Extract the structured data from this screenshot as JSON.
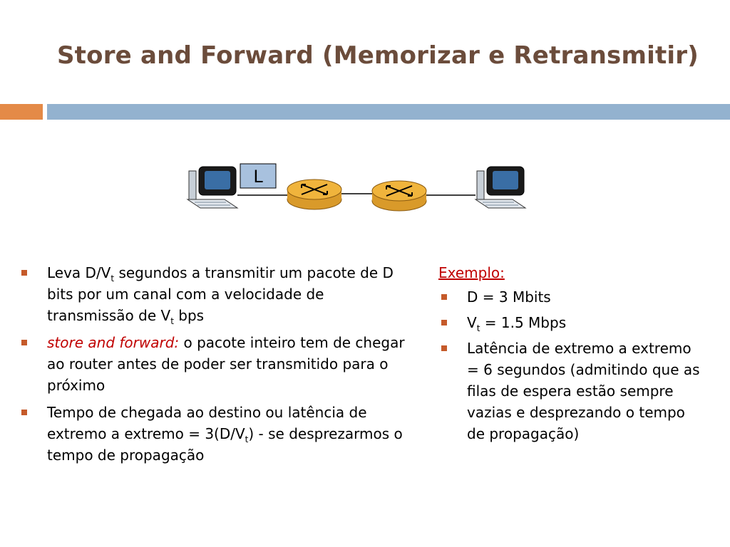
{
  "slide": {
    "title": "Store and Forward (Memorizar e Retransmitir)"
  },
  "diagram": {
    "packet_label": "L"
  },
  "colors": {
    "title": "#6b4c3b",
    "accent_orange": "#e48a47",
    "accent_blue": "#93b2cf",
    "bullet": "#c55a2a",
    "highlight_red": "#c00000",
    "router_fill": "#f0b43c"
  },
  "left_bullets": {
    "b1_pre": "Leva D/V",
    "b1_sub": "t",
    "b1_post": " segundos a transmitir um pacote de D bits por um canal com a velocidade de transmissão de V",
    "b1_sub2": "t",
    "b1_end": " bps",
    "b2_red": "store and forward:",
    "b2_rest": " o pacote inteiro tem de chegar ao router antes de poder ser transmitido para o próximo",
    "b3_pre": "Tempo de chegada ao destino ou latência de extremo a extremo = 3(D/V",
    "b3_sub": "t",
    "b3_post": ")  - se desprezarmos o tempo de propagação"
  },
  "example": {
    "heading": "Exemplo:",
    "d": "D = 3 Mbits",
    "v_pre": "V",
    "v_sub": "t",
    "v_post": " = 1.5 Mbps",
    "latency": "Latência de extremo a extremo = 6 segundos (admitindo que as filas de espera estão sempre vazias e desprezando o tempo de propagação)"
  }
}
